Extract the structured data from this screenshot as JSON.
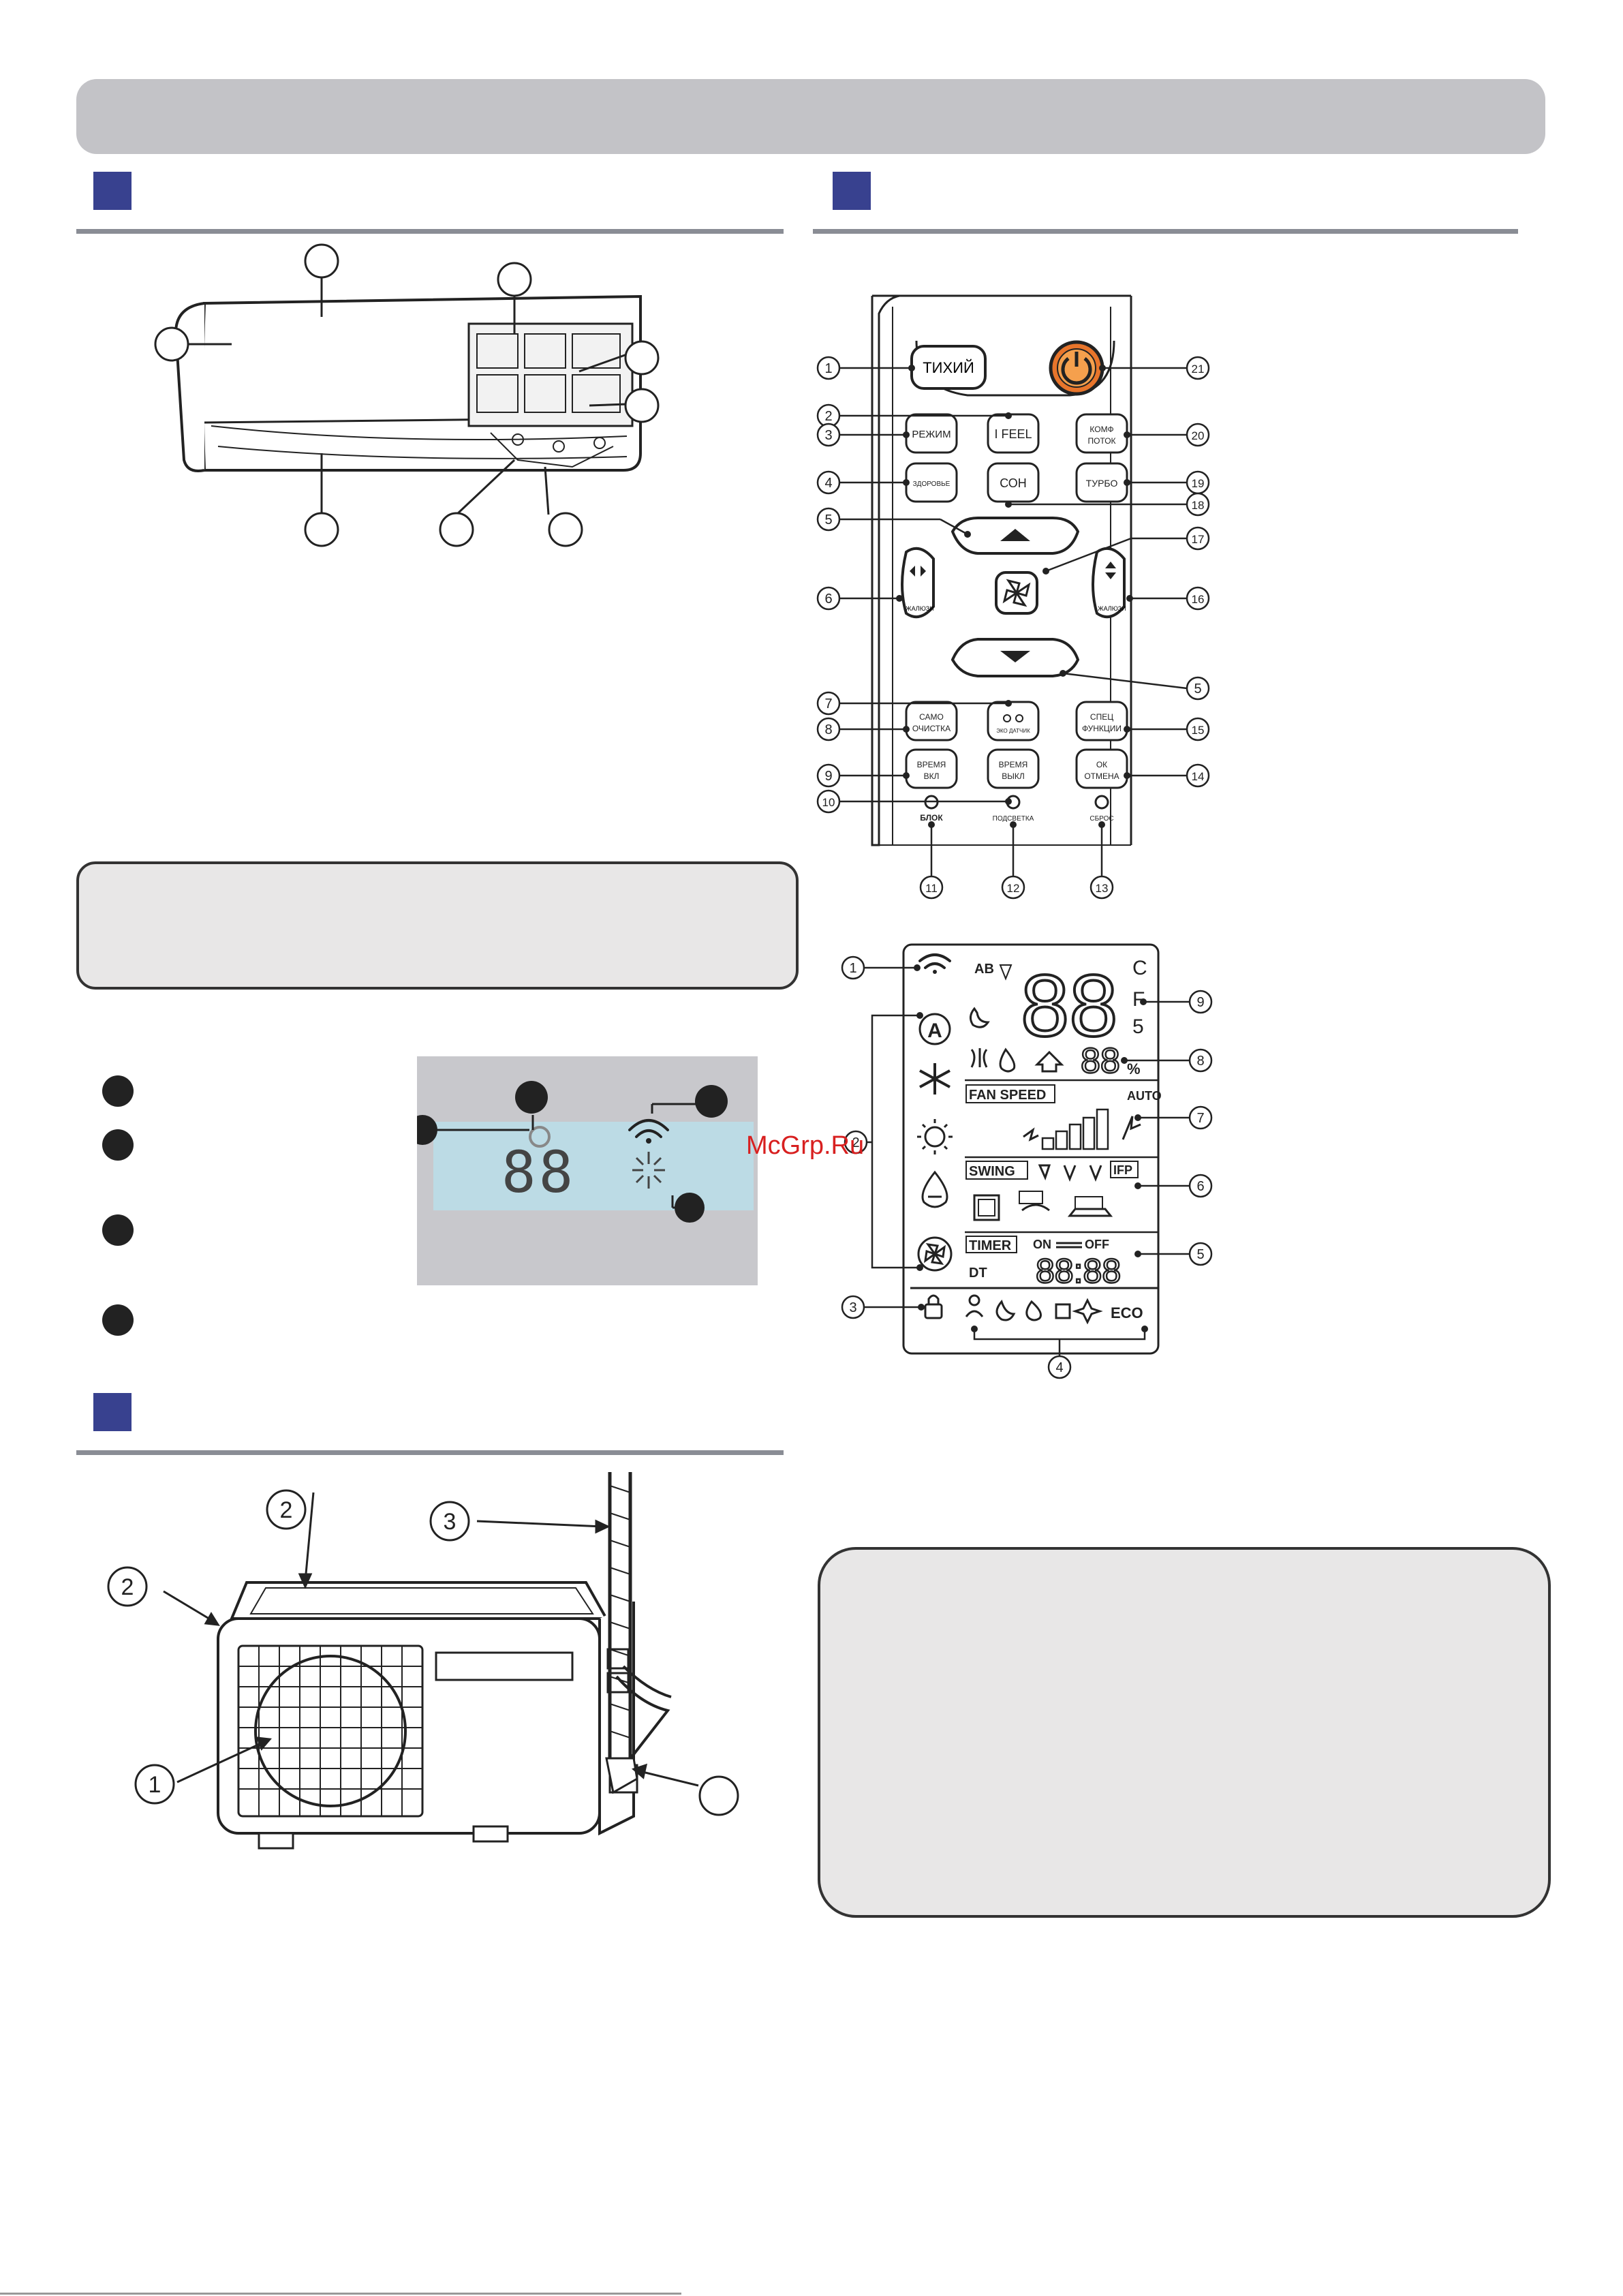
{
  "remote": {
    "buttons": {
      "quiet": "ТИХИЙ",
      "ifeel": "I FEEL",
      "mode": "РЕЖИМ",
      "comfort_flow_1": "КОМФ",
      "comfort_flow_2": "ПОТОК",
      "health": "ЗДОРОВЬЕ",
      "sleep": "СОН",
      "turbo": "ТУРБО",
      "louver": "ЖАЛЮЗИ",
      "self_clean_1": "САМО",
      "self_clean_2": "ОЧИСТКА",
      "eco_sensor": "ЭКО ДАТЧИК",
      "special_1": "СПЕЦ",
      "special_2": "ФУНКЦИИ",
      "timer_on_1": "ВРЕМЯ",
      "timer_on_2": "ВКЛ",
      "timer_off_1": "ВРЕМЯ",
      "timer_off_2": "ВЫКЛ",
      "ok_cancel_1": "ОК",
      "ok_cancel_2": "ОТМЕНА"
    },
    "bottom_labels": {
      "lock": "БЛОК",
      "backlight": "ПОДСВЕТКА",
      "reset": "СБРОС"
    },
    "callouts": {
      "left": [
        "1",
        "2",
        "3",
        "4",
        "5",
        "6",
        "7",
        "8",
        "9",
        "10"
      ],
      "right": [
        "21",
        "20",
        "19",
        "18",
        "17",
        "16",
        "5",
        "15",
        "14"
      ],
      "bottom": [
        "11",
        "12",
        "13"
      ]
    }
  },
  "lcd": {
    "ab": "AB",
    "digits_main": "88",
    "unit_c": "C",
    "unit_f": "F",
    "digits_small": "88",
    "percent": "%",
    "fan_speed": "FAN SPEED",
    "auto": "AUTO",
    "swing": "SWING",
    "ifp": "IFP",
    "timer": "TIMER",
    "on": "ON",
    "off": "OFF",
    "dt": "DT",
    "timer_digits": "88:88",
    "eco": "ECO",
    "callouts_left": [
      "1",
      "2",
      "3"
    ],
    "callouts_right": [
      "9",
      "8",
      "7",
      "6",
      "5"
    ],
    "callout_bottom": "4"
  },
  "indoor_display": {
    "digits": "88"
  },
  "outdoor": {
    "callouts": [
      "2",
      "3",
      "2",
      "1"
    ]
  },
  "watermark": "McGrp.Ru"
}
